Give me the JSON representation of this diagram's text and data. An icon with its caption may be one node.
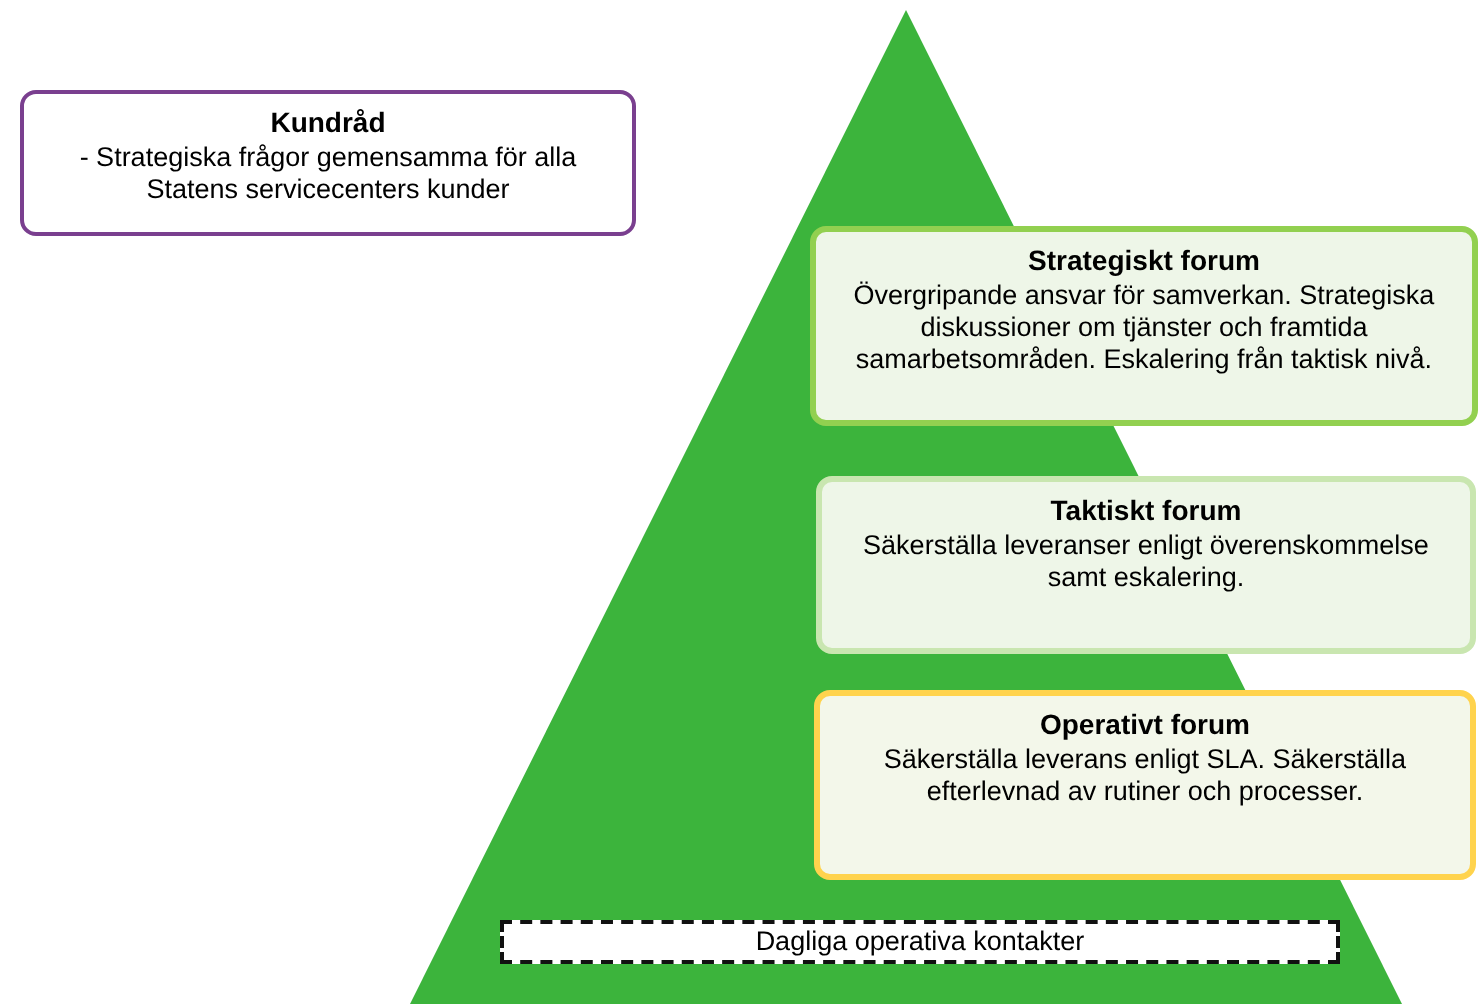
{
  "diagram": {
    "nodes": [
      {
        "text": [
          "Kundråd",
          "- Strategiska frågor gemensamma för alla Statens servicecenters kunder"
        ]
      },
      {
        "text": [
          "Strategiskt forum",
          "Övergripande ansvar för samverkan. Strategiska diskussioner om tjänster och framtida samarbetsområden. Eskalering från taktisk nivå."
        ]
      },
      {
        "text": [
          "Taktiskt forum",
          "Säkerställa leveranser enligt överenskommelse samt eskalering."
        ]
      },
      {
        "text": [
          "Operativt forum",
          "Säkerställa leverans enligt SLA. Säkerställa efterlevnad av rutiner och processer."
        ]
      },
      {
        "text": [
          "Dagliga operativa kontakter"
        ]
      }
    ]
  }
}
